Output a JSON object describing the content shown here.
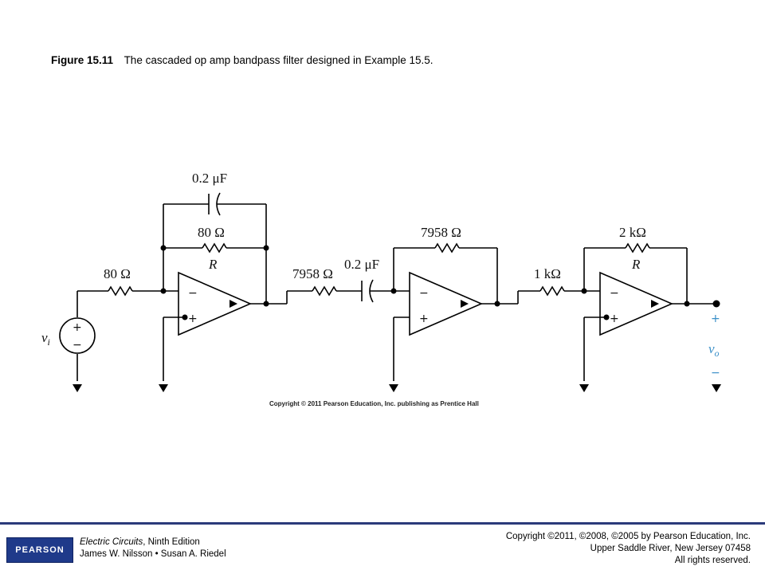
{
  "caption": {
    "figure_number": "Figure 15.11",
    "text": "The cascaded op amp bandpass filter designed in Example 15.5."
  },
  "circuit": {
    "source_label_v": "v",
    "source_label_sub": "i",
    "source_plus": "+",
    "source_minus": "−",
    "stage1": {
      "input_resistor": "80 Ω",
      "feedback_capacitor": "0.2 μF",
      "feedback_resistor": "80 Ω",
      "feedback_resistor_name": "R",
      "inv_sign": "−",
      "noninv_sign": "+"
    },
    "stage2": {
      "input_resistor": "7958 Ω",
      "input_capacitor": "0.2 μF",
      "feedback_resistor": "7958 Ω",
      "inv_sign": "−",
      "noninv_sign": "+"
    },
    "stage3": {
      "input_resistor": "1 kΩ",
      "feedback_resistor": "2 kΩ",
      "feedback_resistor_name": "R",
      "inv_sign": "−",
      "noninv_sign": "+"
    },
    "output_plus": "+",
    "output_label_v": "v",
    "output_label_sub": "o",
    "output_minus": "−",
    "inner_copyright": "Copyright © 2011 Pearson Education, Inc. publishing as Prentice Hall"
  },
  "footer": {
    "logo_text": "PEARSON",
    "book_title": "Electric Circuits",
    "book_edition": ", Ninth Edition",
    "book_authors": "James W. Nilsson • Susan A. Riedel",
    "copyright_line1": "Copyright ©2011, ©2008, ©2005 by Pearson Education, Inc.",
    "copyright_line2": "Upper Saddle River, New Jersey 07458",
    "copyright_line3": "All rights reserved."
  }
}
